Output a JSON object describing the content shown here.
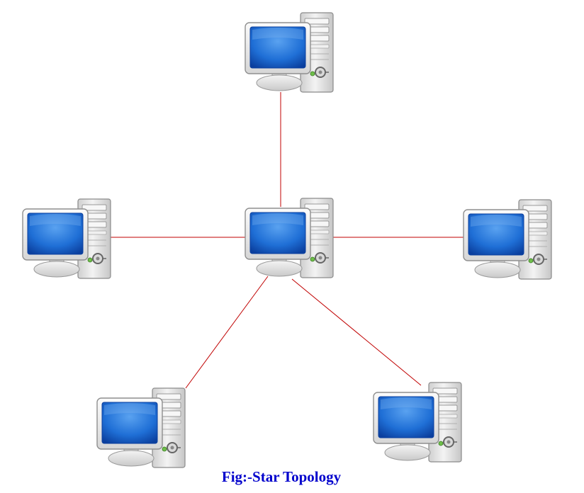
{
  "diagram": {
    "type": "star-topology",
    "caption": "Fig:-Star Topology",
    "hub_node": "computer-center",
    "nodes": [
      {
        "id": "computer-center",
        "role": "hub",
        "icon": "desktop-computer-icon"
      },
      {
        "id": "computer-top",
        "role": "client",
        "icon": "desktop-computer-icon"
      },
      {
        "id": "computer-left",
        "role": "client",
        "icon": "desktop-computer-icon"
      },
      {
        "id": "computer-right",
        "role": "client",
        "icon": "desktop-computer-icon"
      },
      {
        "id": "computer-bottom-left",
        "role": "client",
        "icon": "desktop-computer-icon"
      },
      {
        "id": "computer-bottom-right",
        "role": "client",
        "icon": "desktop-computer-icon"
      }
    ],
    "links": [
      {
        "from": "computer-center",
        "to": "computer-top"
      },
      {
        "from": "computer-center",
        "to": "computer-left"
      },
      {
        "from": "computer-center",
        "to": "computer-right"
      },
      {
        "from": "computer-center",
        "to": "computer-bottom-left"
      },
      {
        "from": "computer-center",
        "to": "computer-bottom-right"
      }
    ]
  },
  "colors": {
    "link": "#c00000",
    "caption": "#0000cc",
    "screen": "#1f6fd6",
    "screen_dark": "#0b3f9e",
    "screen_light": "#7fb4f2",
    "case": "#e4e4e4",
    "case_edge": "#8a8a8a",
    "bezel": "#f2f2f2"
  }
}
